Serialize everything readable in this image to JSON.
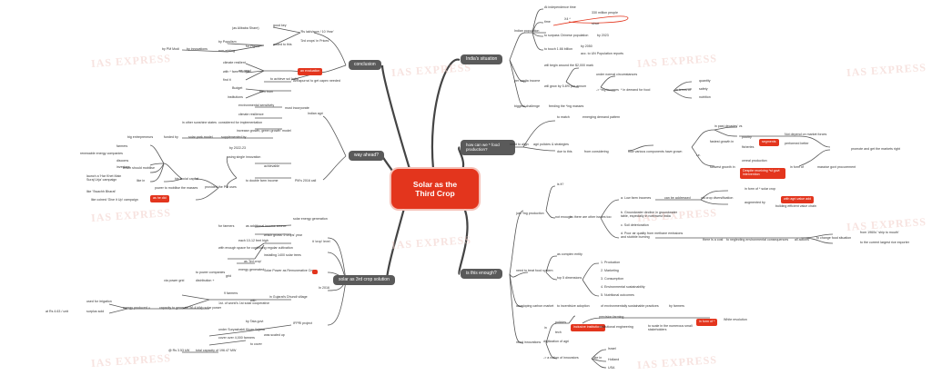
{
  "central": {
    "line1": "Solar as the",
    "line2": "Third Crop"
  },
  "watermark": "IAS EXPRESS",
  "colors": {
    "central": "#e3351d",
    "branch_pill": "#5a5a5a",
    "highlight": "#e3351d",
    "line": "#555555"
  },
  "branches": {
    "india_situation": "India's situation",
    "double_income": "how can we * food production?",
    "is_this_enough": "is this enough?",
    "way_ahead": "way ahead?",
    "solar_crop": "solar as 3rd crop solution",
    "conclusion": "conclusion"
  },
  "india": {
    "indian_population": "Indian population",
    "at_independence": "At independence time",
    "pop_330m": "330 million people",
    "time": "time",
    "x4": "X4 *",
    "since": "since",
    "surpass_china": "to surpass Chinese population",
    "by_2023": "by 2023",
    "touch_16b": "to touch 1.66 billion",
    "by_2050": "by 2050",
    "un_report": "acc. to UN Population reports",
    "per_capita": "per capita income",
    "usd_2000": "will begin around the $2,000 mark",
    "under_normal": "under normal circumstances",
    "grow_5": "will grow by 5-6% per annum",
    "huge_income": "-> *ing incomes",
    "demand_food": "* in demand for food",
    "in_terms_of": "in terms of",
    "quantity": "quantity",
    "safety": "safety",
    "nutrition": "nutrition",
    "biggest_challenge": "biggest challenge",
    "feeding": "feeding the *ing masses"
  },
  "food": {
    "need_to_align": "need to align",
    "agri_policies": "agri policies & strategies",
    "to_match": "to match",
    "emerging_demand": "emerging demand pattern",
    "due_to_this": "due to this",
    "from_considering": "from considering",
    "how_various": "how various components have grown",
    "i_e": "i.e.",
    "protein_breaks": "in past decades' vs",
    "fastest_growth": "fastest growth in",
    "poultry": "poultry",
    "fisheries": "fisheries",
    "segments": "segments",
    "not_depend": "Not depend on market forces",
    "performed_better": "performed better",
    "promote_get": "promote and get the markets right",
    "slowest_growth": "slowest growth in",
    "cereal_production": "cereal production",
    "despite_receiving": "Despite receiving *st govt intervention",
    "in_form_of": "in form of",
    "input_subsidies": "massive govt procurement"
  },
  "enough": {
    "just_1": "just *ing production",
    "is_it": "is it?",
    "not_enough": "not enough",
    "as_there": "as there are other issues too",
    "low_farm": "a.   Low farm incomes",
    "can_be": "can be addressed",
    "via_crop": "via crop diversification",
    "in_form_solar": "in form of * solar crop",
    "augmented_by": "augmented by",
    "with_agri": "with agri-value add",
    "building_chain": "building efficient value chain",
    "b_ground": "b.   Groundwater decline in groundwater table, especially in northwest India",
    "c_soil": "c.   Soil deterioration",
    "d_poor": "d.   Poor air quality from methane emissions and stubble burning",
    "there_is": "there is a cost",
    "neglecting": "to neglecting environmental consequences",
    "all_actions": "all actions",
    "to_change": "to change food situation",
    "from_1960s": "from 1960s' 'ship to mouth'",
    "to_current": "to the current largest rice exporter",
    "need_food_system": "need to treat food system",
    "as_complex": "as complex entity",
    "top_dim": "top 5 dimensions",
    "production": "1. Production",
    "marketing": "2. Marketing",
    "consumption": "3. Consumption",
    "environmental": "4. Environmental sustainability",
    "nutritional": "5. Nutritional outcomes",
    "carbon_market": "developing carbon market",
    "incentivize": "to incentivize adoption",
    "of_env": "of environmentally sustainable practices",
    "by_farmers": "by farmers",
    "need_innovations": "need innovations",
    "in": "in",
    "policies": "policies",
    "tech": "tech",
    "digitization": "digitization of agri",
    "inclusive": "inclusive institutions",
    "precision_farming": "precision farming",
    "institutional": "institutional engineering",
    "to_scale": "to scale in the numerous small stakeholders",
    "in_form_fpo": "in form of *",
    "white_rev": "White revolution",
    "a_nation": "-> a nation of innovators",
    "like_in": "like in",
    "israel": "Israel",
    "holland": "Holland",
    "usa": "USA"
  },
  "way": {
    "indian_agri": "Indian agri",
    "must_incorporate": "must incorporate",
    "env_sust": "environmental sensitivity",
    "climate_res": "climate resilience",
    "considered": "considered for implementation",
    "in_other": "in other sunshine states",
    "increase_growth": "increase growth, green growth' model",
    "supplemented_by": "supplemented by",
    "solar_park": "solar park model",
    "funded_by": "funded by",
    "big_entrepreneurs": "big entrepreneurs",
    "by_2022": "by 2022-23",
    "using_single": "using single innovation",
    "achievable": "achievable",
    "pm_2016": "PM's 2016 call",
    "to_double": "to double farm income",
    "provided_pm": "provided the PM uses",
    "his_social": "his social capital",
    "power_mobilise": "power to mobilise the masses",
    "as_seen": "as he did",
    "like_in_way": "like in",
    "farmers": "farmers",
    "renew_companies": "renewable energy companies",
    "discoms": "discoms",
    "investors": "investors",
    "launch_har": "launch a 'Har Khet Main Suraj Urja' campaign",
    "like_swachh": "like 'Swachh Bharat'",
    "he_coined": "like coined 'Give it Up' campaign",
    "who_will": "which should mobilise"
  },
  "solar": {
    "solar_energy": "solar energy generation",
    "additional_income": "as additional income source",
    "for_farmers": "for farmers",
    "it_is_third": "it 'crop' level",
    "which_grows": "which grows '2 crops' year",
    "each_10_12": "each 10-12 feet high",
    "with_enough": "with enough space for continuing regular cultivation",
    "installing": "installing 1400 solar trees",
    "acre_crop": "as '3rd crop'",
    "energy_gen": "energy generated",
    "grid": "grid",
    "to_power": "to power companies",
    "distribution": "distribution +",
    "via_power": "via power grid",
    "better": "Solar Power as Remunerative Crop",
    "in_2016": "In 2016",
    "dhundi": "in Gujarat's Dhundi village",
    "with_9": "9 farmers",
    "with": "with",
    "world_first": "1st. of world's 1st solar cooperative",
    "capacity": "capacity to generate 56.4 kWp solar power",
    "used_irrigation": "used for irrigation",
    "surplus": "surplus sold",
    "energy_prod": "energy produced =",
    "at_rs": "at Rs 4.63 / unit",
    "ifpri_project": "IFPRI project",
    "is_tata_give": "by Tata govt",
    "under_suryashakti": "under Suryashakti Kisan Yojana",
    "was_scaled": "was scaled up",
    "cover_4000": "cover over 4,000 farmers",
    "to_cover": "to cover",
    "total_capacity": "total capacity of 196.47 MW",
    "rs_3_53": "@ Rs 3.53 kW"
  },
  "conc": {
    "rs_lakh": "'Rs lakh/acre / 10 Year'",
    "good_key": "good key",
    "the_solar": "'3rd crops' in Prices'",
    "as_alibaba": "(as Alibaba Share)",
    "pm_modi": "by PM Modi",
    "by_populism": "by Populism",
    "not_adding": "non-adding",
    "by_innovations": "by innovations",
    "for_a_figure": "for Figure*",
    "added_to_this": "added to this",
    "we_need": "we need",
    "to_achieve": "to achieve sol India",
    "climate": "climate resilient",
    "with_farm": "with * farm income",
    "find_it": "find it",
    "agri_fit": "and fit it",
    "red_evaluation": "an evaluation",
    "annapurna": "Annapurna' to get capex needed",
    "budget": "Budget",
    "institutions": "institutions",
    "then_from": "then from"
  }
}
